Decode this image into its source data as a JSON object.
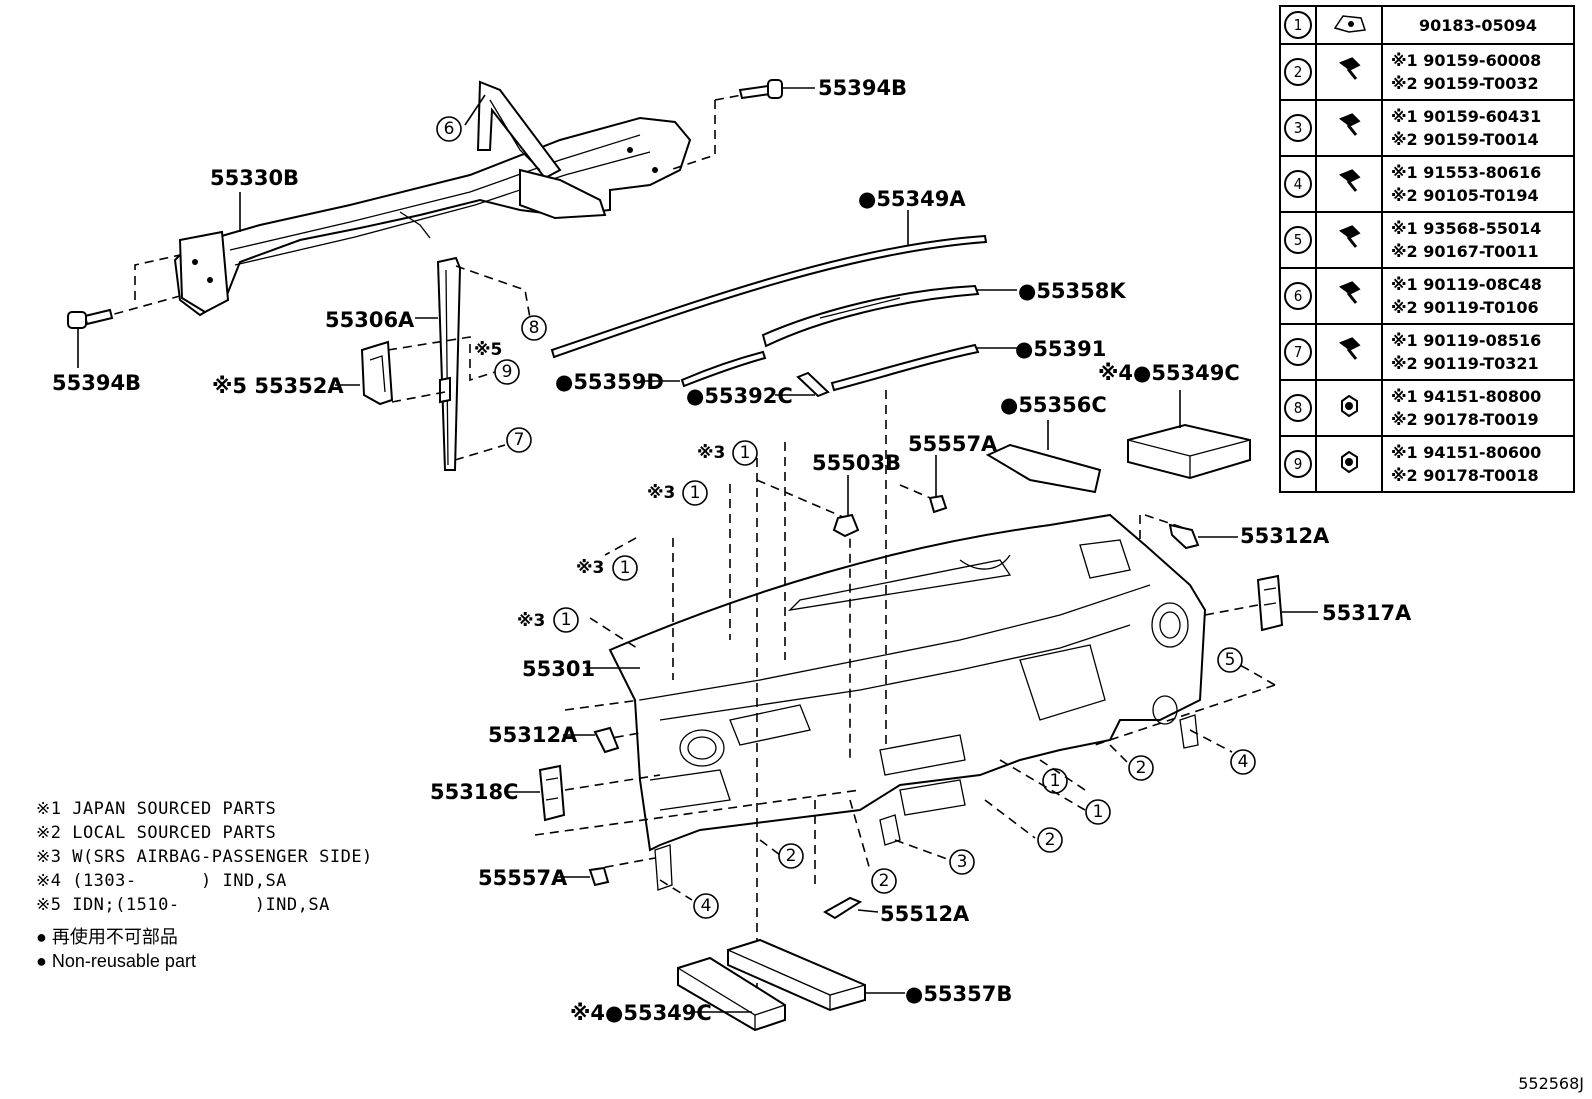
{
  "callouts": {
    "c55394B_top": "55394B",
    "c55330B": "55330B",
    "c55394B_left": "55394B",
    "c55306A": "55306A",
    "c55352A": "※5 55352A",
    "c55349A": "●55349A",
    "c55358K": "●55358K",
    "c55391": "●55391",
    "c55359D": "●55359D",
    "c55392C": "●55392C",
    "c55349C_top": "※4●55349C",
    "c55356C": "●55356C",
    "c55503B": "55503B",
    "c55557A_top": "55557A",
    "c55312A_right": "55312A",
    "c55317A": "55317A",
    "c55301": "55301",
    "c55312A_left": "55312A",
    "c55318C": "55318C",
    "c55557A_left": "55557A",
    "c55512A": "55512A",
    "c55357B": "●55357B",
    "c55349C_bottom": "※4●55349C",
    "note5_mark": "※5",
    "note3_a": "※3",
    "note3_b": "※3",
    "note3_c": "※3",
    "note3_d": "※3"
  },
  "legend_rows": [
    {
      "num": "1",
      "lines": [
        "90183-05094"
      ]
    },
    {
      "num": "2",
      "lines": [
        "※1 90159-60008",
        "※2 90159-T0032"
      ]
    },
    {
      "num": "3",
      "lines": [
        "※1 90159-60431",
        "※2 90159-T0014"
      ]
    },
    {
      "num": "4",
      "lines": [
        "※1 91553-80616",
        "※2 90105-T0194"
      ]
    },
    {
      "num": "5",
      "lines": [
        "※1 93568-55014",
        "※2 90167-T0011"
      ]
    },
    {
      "num": "6",
      "lines": [
        "※1 90119-08C48",
        "※2 90119-T0106"
      ]
    },
    {
      "num": "7",
      "lines": [
        "※1 90119-08516",
        "※2 90119-T0321"
      ]
    },
    {
      "num": "8",
      "lines": [
        "※1 94151-80800",
        "※2 90178-T0019"
      ]
    },
    {
      "num": "9",
      "lines": [
        "※1 94151-80600",
        "※2 90178-T0018"
      ]
    }
  ],
  "notes": [
    "※1 JAPAN SOURCED PARTS",
    "※2 LOCAL SOURCED PARTS",
    "※3 W(SRS AIRBAG-PASSENGER SIDE)",
    "※4 (1303-      ) IND,SA",
    "※5 IDN;(1510-       )IND,SA"
  ],
  "nonreusable": {
    "jp": "● 再使用不可部品",
    "en": "● Non-reusable part"
  },
  "footer_code": "552568J"
}
